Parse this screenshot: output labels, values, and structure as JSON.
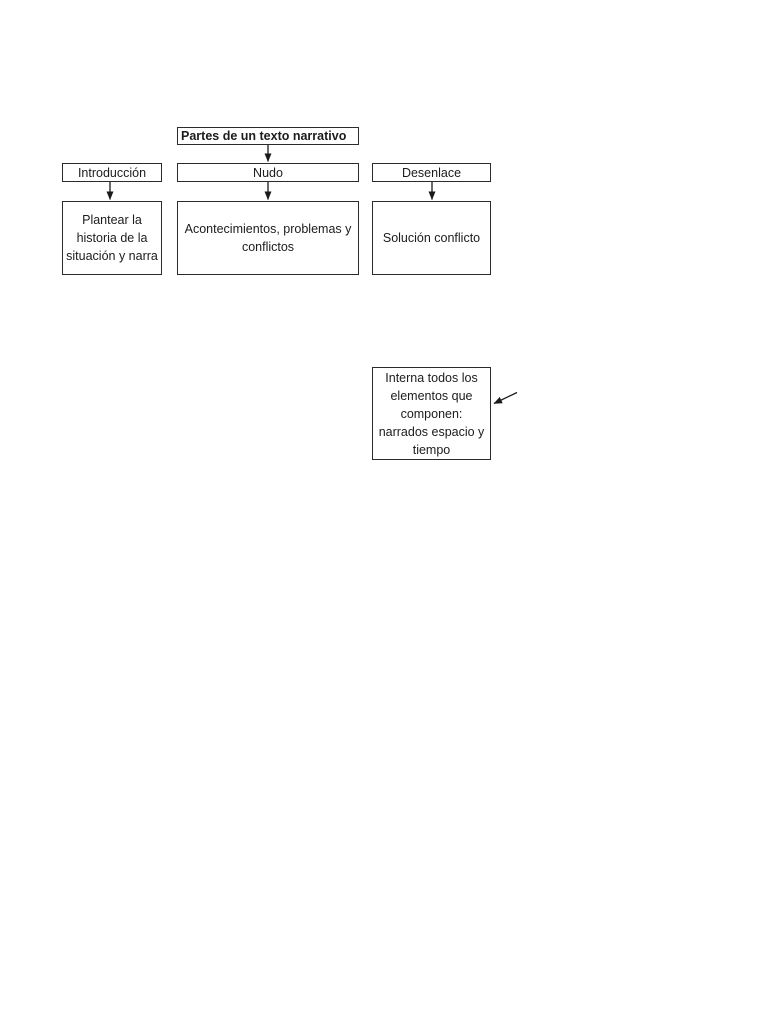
{
  "diagram": {
    "title": "Partes de un texto narrativo",
    "headers": [
      {
        "label": "Introducción"
      },
      {
        "label": "Nudo"
      },
      {
        "label": "Desenlace"
      }
    ],
    "details": [
      {
        "lines": [
          "Plantear la",
          "historia de la",
          "situación y narra"
        ]
      },
      {
        "lines": [
          "Acontecimientos, problemas y",
          "conflictos"
        ]
      },
      {
        "lines": [
          "Solución conflicto"
        ]
      }
    ],
    "note": {
      "lines": [
        "Interna todos los",
        "elementos que",
        "componen:",
        "narrados espacio y",
        "tiempo"
      ]
    },
    "colors": {
      "background": "#ffffff",
      "box_border": "#2b2b2b",
      "text": "#1c1c1c",
      "arrow": "#1a1a1a"
    }
  }
}
